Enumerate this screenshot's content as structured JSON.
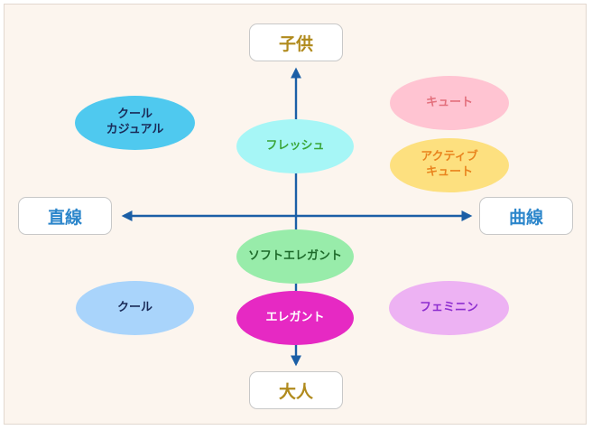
{
  "axes": {
    "top": "子供",
    "bottom": "大人",
    "left": "直線",
    "right": "曲線"
  },
  "styles": {
    "cool_casual": "クール\nカジュアル",
    "fresh": "フレッシュ",
    "cute": "キュート",
    "active_cute": "アクティブ\nキュート",
    "soft_elegant": "ソフトエレガント",
    "cool": "クール",
    "elegant": "エレガント",
    "feminine": "フェミニン"
  },
  "colors": {
    "background": "#fcf5ee",
    "axis_line": "#1b5fa6",
    "vertical_label_text": "#b08a1c",
    "horizontal_label_text": "#2c86cb",
    "cool_casual": "#4fc9ef",
    "fresh": "#a6f6f6",
    "cute": "#ffc4d2",
    "active_cute": "#fde07f",
    "soft_elegant": "#98ecaa",
    "cool": "#a9d4fb",
    "elegant": "#e629c3",
    "feminine": "#edb2f3"
  }
}
